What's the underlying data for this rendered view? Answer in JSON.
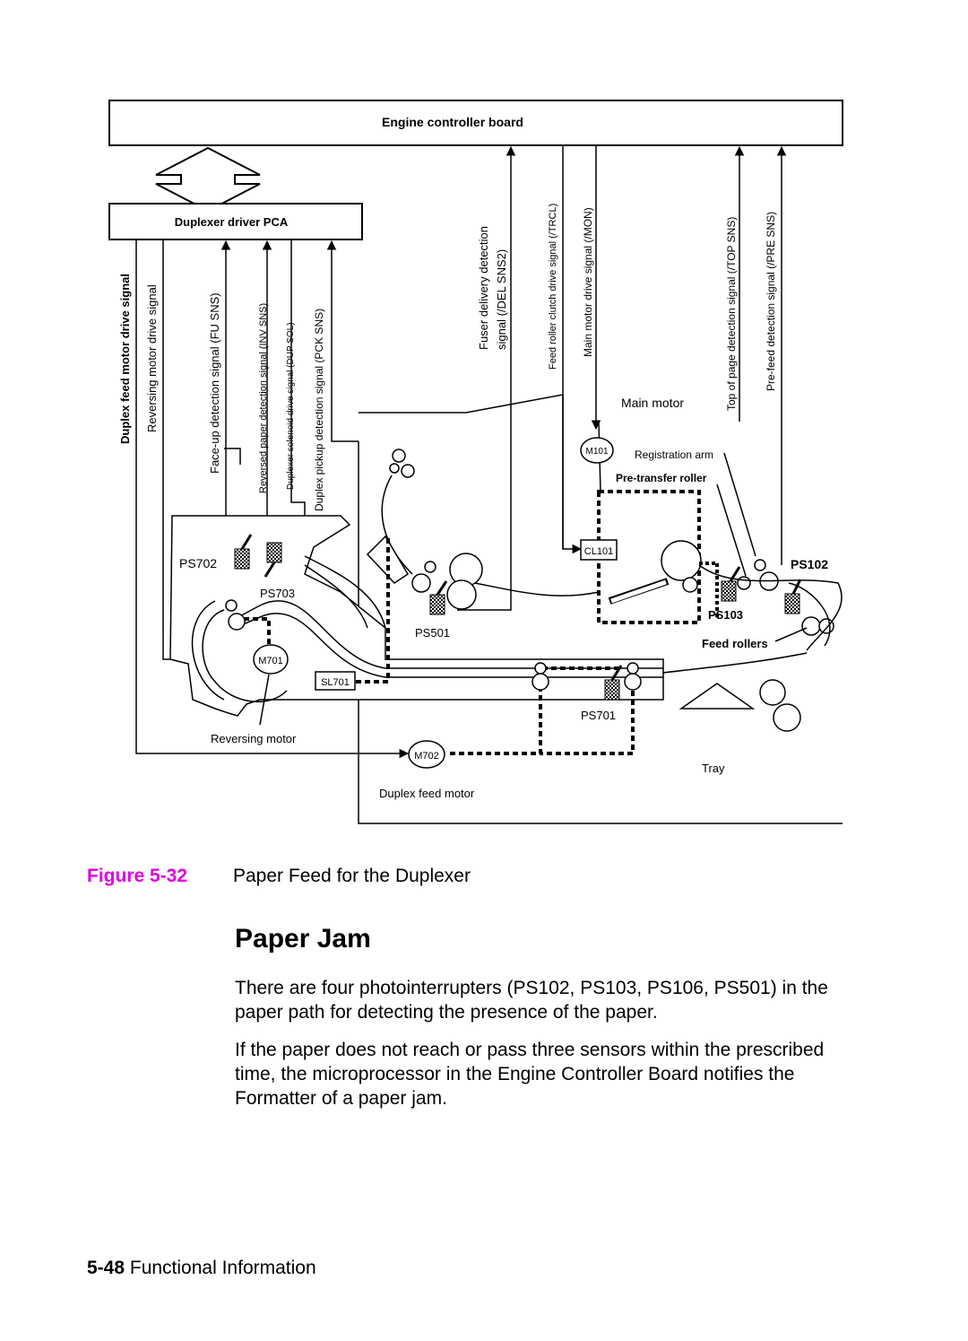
{
  "diagram": {
    "engine_board": "Engine controller board",
    "duplexer_pca": "Duplexer driver PCA",
    "signals": {
      "duplex_feed_motor": "Duplex feed motor drive signal",
      "reversing_motor": "Reversing motor drive signal",
      "fu_sns": "Face-up detection signal (FU SNS)",
      "inv_sns": "Reversed paper detection signal (INV SNS)",
      "dup_sol": "Duplexer solenoid drive signal (DUP SOL)",
      "pck_sns": "Duplex pickup detection signal (PCK SNS)",
      "del_sns_1": "Fuser delivery detection",
      "del_sns_2": "signal (/DEL SNS2)",
      "trcl": "Feed roller clutch drive signal (/TRCL)",
      "mon": "Main motor drive signal (/MON)",
      "top_sns": "Top of page detection signal (/TOP SNS)",
      "pre_sns": "Pre-feed detection signal (/PRE SNS)"
    },
    "labels": {
      "main_motor": "Main motor",
      "m101": "M101",
      "registration_arm": "Registration arm",
      "pre_transfer_roller": "Pre-transfer roller",
      "cl101": "CL101",
      "ps102": "PS102",
      "ps103": "PS103",
      "feed_rollers": "Feed rollers",
      "ps702": "PS702",
      "ps703": "PS703",
      "ps501": "PS501",
      "m701": "M701",
      "sl701": "SL701",
      "ps701": "PS701",
      "reversing_motor": "Reversing motor",
      "m702": "M702",
      "tray": "Tray",
      "duplex_feed_motor": "Duplex feed motor"
    }
  },
  "caption": {
    "number": "Figure 5-32",
    "title": "Paper Feed for the Duplexer"
  },
  "section": {
    "heading": "Paper Jam",
    "p1": "There are four photointerrupters (PS102, PS103, PS106, PS501) in the paper path for detecting the presence of the paper.",
    "p2": "If the paper does not reach or pass three sensors within the prescribed time, the microprocessor in the Engine Controller Board notifies the Formatter of a paper jam."
  },
  "footer": {
    "page": "5-48",
    "title": "Functional Information"
  },
  "colors": {
    "figure_accent": "#e000e0"
  }
}
